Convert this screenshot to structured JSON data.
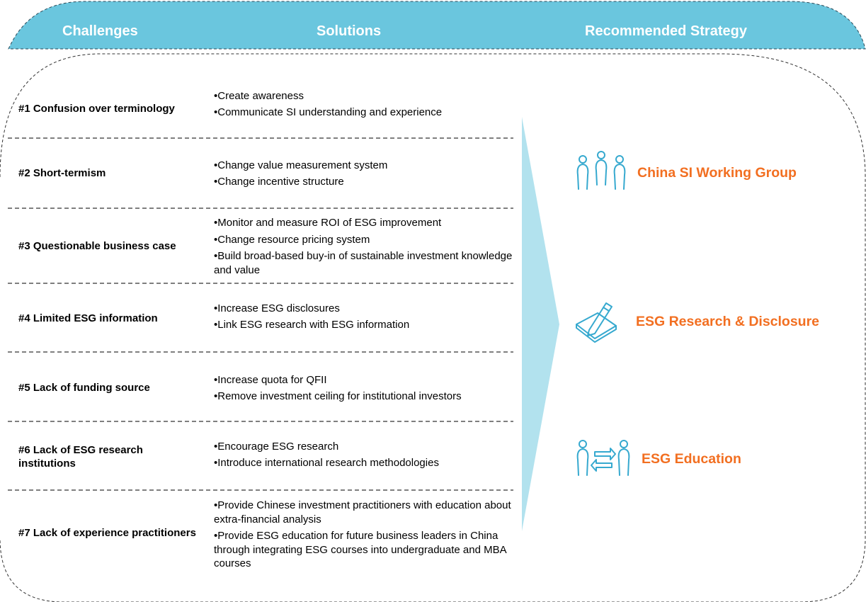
{
  "colors": {
    "header_fill": "#6ac6de",
    "header_text": "#ffffff",
    "arrow_fill": "#b2e2ee",
    "strategy_text": "#f26f21",
    "icon_stroke": "#36a9cf",
    "divider": "#333333"
  },
  "header": {
    "challenges": "Challenges",
    "solutions": "Solutions",
    "strategy": "Recommended Strategy"
  },
  "rows": [
    {
      "challenge": "#1 Confusion over terminology",
      "solutions": [
        "•Create awareness",
        "•Communicate SI understanding and experience"
      ]
    },
    {
      "challenge": "#2 Short-termism",
      "solutions": [
        "•Change value measurement system",
        "•Change incentive structure"
      ]
    },
    {
      "challenge": "#3 Questionable business case",
      "solutions": [
        "•Monitor and measure ROI of ESG improvement",
        "•Change resource pricing system",
        "•Build broad-based buy-in of sustainable investment knowledge and value"
      ]
    },
    {
      "challenge": "#4 Limited ESG information",
      "solutions": [
        "•Increase ESG disclosures",
        "•Link ESG research with ESG information"
      ]
    },
    {
      "challenge": "#5 Lack of funding source",
      "solutions": [
        "•Increase quota for QFII",
        "•Remove investment ceiling for institutional investors"
      ]
    },
    {
      "challenge": "#6 Lack of ESG research institutions",
      "solutions": [
        "•Encourage ESG research",
        "•Introduce international research methodologies"
      ]
    },
    {
      "challenge": "#7 Lack of experience practitioners",
      "solutions": [
        "•Provide Chinese investment practitioners with education about extra-financial analysis",
        "•Provide ESG education for future business leaders in China through integrating ESG courses into undergraduate and MBA courses"
      ]
    }
  ],
  "strategies": [
    {
      "label": "China SI Working Group",
      "icon": "people-group-icon"
    },
    {
      "label": "ESG Research & Disclosure",
      "icon": "pen-and-paper-icon"
    },
    {
      "label": "ESG Education",
      "icon": "people-exchange-icon"
    }
  ]
}
